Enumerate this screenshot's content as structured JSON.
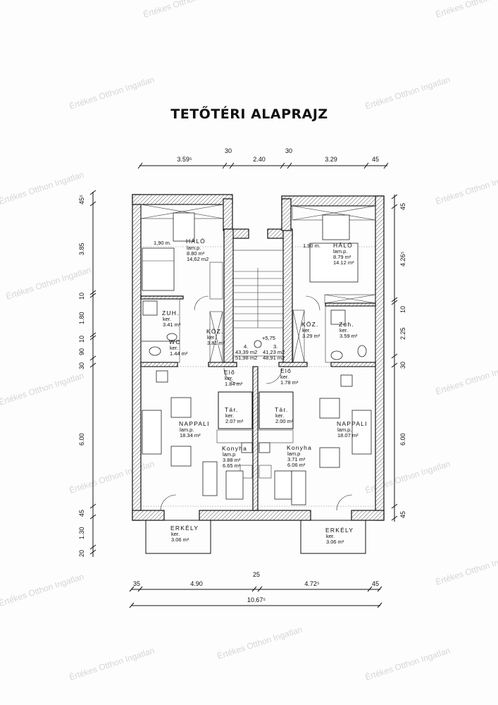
{
  "title": "TETŐTÉRI ALAPRAJZ",
  "watermark": "Értékes Otthon Ingatlan",
  "dimensions": {
    "top": [
      "3.59⁵",
      "30",
      "2.40",
      "30",
      "3.29",
      "45"
    ],
    "left": [
      "45⁵",
      "3.85",
      "10",
      "1.80",
      "10",
      "90",
      "30",
      "6.00",
      "45",
      "1.30",
      "20"
    ],
    "right": [
      "45",
      "4.26⁵",
      "10",
      "2.25",
      "30",
      "6.00",
      "45"
    ],
    "bottom": [
      "35",
      "4.90",
      "25",
      "4.72⁵",
      "45"
    ],
    "total_width": "10.67⁵"
  },
  "rooms": {
    "halo_left": {
      "width_note": "1,90 m.",
      "name": "HÁLÓ",
      "floor": "lam.p.",
      "area": "8.80 m²",
      "area2": "14,62 m2"
    },
    "halo_right": {
      "width_note": "1,90 m.",
      "name": "HÁLÓ",
      "floor": "lam.p.",
      "area": "8.79 m²",
      "area2": "14.12 m²"
    },
    "zuh_left": {
      "name": "ZUH.",
      "floor": "ker.",
      "area": "3.41 m²"
    },
    "wc_left": {
      "name": "WC",
      "floor": "ker.",
      "area": "1.44 m²"
    },
    "koz_left": {
      "name": "KÖZ.",
      "floor": "ker.",
      "area": "3.81 m²"
    },
    "koz_right": {
      "name": "KÖZ.",
      "floor": "ker.",
      "area": "3.29 m²"
    },
    "zuh_right": {
      "name": "Zuh.",
      "floor": "ker.",
      "area": "3.59 m²"
    },
    "stair": {
      "level": "+5,75",
      "unit4": "4.",
      "unit4_net": "43,39 m2",
      "unit4_gross": "51,98 m2",
      "unit3": "3.",
      "unit3_net": "41,23 m2",
      "unit3_gross": "48,91 m2"
    },
    "eloter_left": {
      "name": "Elő",
      "floor": "ker.",
      "area": "1.84 m²"
    },
    "eloter_right": {
      "name": "Elő",
      "floor": "ker.",
      "area": "1.78 m²"
    },
    "tar_left": {
      "name": "Tár.",
      "floor": "ker.",
      "area": "2.07 m²"
    },
    "tar_right": {
      "name": "Tár.",
      "floor": "ker.",
      "area": "2.00 m²"
    },
    "nappali_left": {
      "name": "NAPPALI",
      "floor": "lam.p.",
      "area": "18.34 m²"
    },
    "nappali_right": {
      "name": "NAPPALI",
      "floor": "lam.p.",
      "area": "18.07 m²"
    },
    "konyha_left": {
      "name": "Konyha",
      "floor": "lam.p",
      "area": "3.88 m²",
      "area2": "6.65 m²"
    },
    "konyha_right": {
      "name": "Konyha",
      "floor": "lam.p",
      "area": "3.71 m²",
      "area2": "6.06 m²"
    },
    "erkely_left": {
      "name": "ERKÉLY",
      "floor": "ker.",
      "area": "3.06 m²"
    },
    "erkely_right": {
      "name": "ERKÉLY",
      "floor": "ker.",
      "area": "3.06 m²"
    }
  }
}
